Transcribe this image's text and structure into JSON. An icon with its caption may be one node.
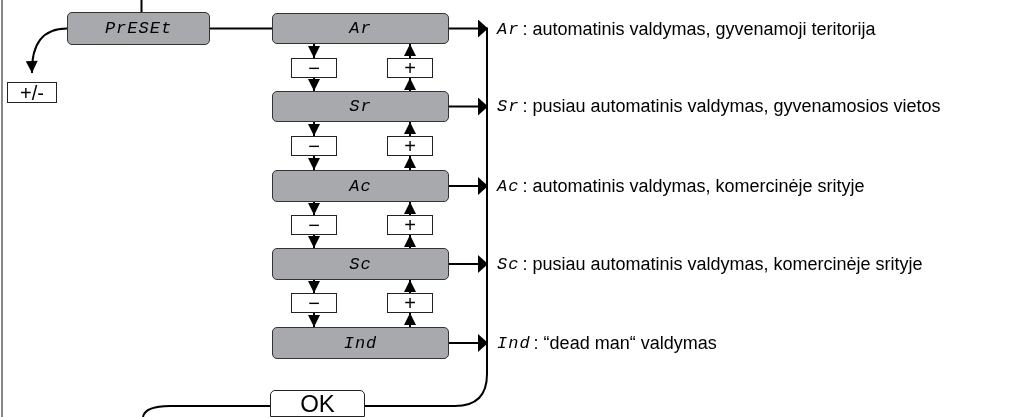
{
  "diagram": {
    "nodes": [
      {
        "text": [
          "PrESEt"
        ]
      },
      {
        "text": [
          "+/-"
        ]
      },
      {
        "text": [
          "Ar"
        ]
      },
      {
        "text": [
          "−"
        ]
      },
      {
        "text": [
          "+"
        ]
      },
      {
        "text": [
          "Sr"
        ]
      },
      {
        "text": [
          "−"
        ]
      },
      {
        "text": [
          "+"
        ]
      },
      {
        "text": [
          "Ac"
        ]
      },
      {
        "text": [
          "−"
        ]
      },
      {
        "text": [
          "+"
        ]
      },
      {
        "text": [
          "Sc"
        ]
      },
      {
        "text": [
          "−"
        ]
      },
      {
        "text": [
          "+"
        ]
      },
      {
        "text": [
          "Ind"
        ]
      },
      {
        "text": [
          "Ar",
          ": automatinis valdymas, gyvenamoji teritorija"
        ]
      },
      {
        "text": [
          "Sr",
          ": pusiau automatinis valdymas, gyvenamosios vietos"
        ]
      },
      {
        "text": [
          "Ac",
          ": automatinis valdymas, komercinėje srityje"
        ]
      },
      {
        "text": [
          "Sc",
          ": pusiau automatinis valdymas, komercinėje srityje"
        ]
      },
      {
        "text": [
          "Ind",
          ": “dead man“ valdymas"
        ]
      },
      {
        "text": [
          "OK"
        ]
      }
    ],
    "edges": [
      {
        "from": null,
        "to": 0,
        "arrow": "none"
      },
      {
        "from": 0,
        "to": 2,
        "arrow": "none"
      },
      {
        "from": 0,
        "to": 1,
        "arrow": "to"
      },
      {
        "from": 2,
        "to": 3,
        "arrow": "to"
      },
      {
        "from": 3,
        "to": 5,
        "arrow": "to"
      },
      {
        "from": 5,
        "to": 4,
        "arrow": "to"
      },
      {
        "from": 4,
        "to": 2,
        "arrow": "to"
      },
      {
        "from": 5,
        "to": 6,
        "arrow": "to"
      },
      {
        "from": 6,
        "to": 8,
        "arrow": "to"
      },
      {
        "from": 8,
        "to": 7,
        "arrow": "to"
      },
      {
        "from": 7,
        "to": 5,
        "arrow": "to"
      },
      {
        "from": 8,
        "to": 9,
        "arrow": "to"
      },
      {
        "from": 9,
        "to": 11,
        "arrow": "to"
      },
      {
        "from": 11,
        "to": 10,
        "arrow": "to"
      },
      {
        "from": 10,
        "to": 8,
        "arrow": "to"
      },
      {
        "from": 11,
        "to": 12,
        "arrow": "to"
      },
      {
        "from": 12,
        "to": 14,
        "arrow": "to"
      },
      {
        "from": 14,
        "to": 13,
        "arrow": "to"
      },
      {
        "from": 13,
        "to": 11,
        "arrow": "to"
      },
      {
        "from": 2,
        "to": 15,
        "arrow": "to"
      },
      {
        "from": 5,
        "to": 16,
        "arrow": "to"
      },
      {
        "from": 8,
        "to": 17,
        "arrow": "to"
      },
      {
        "from": 11,
        "to": 18,
        "arrow": "to"
      },
      {
        "from": 14,
        "to": 19,
        "arrow": "to"
      },
      {
        "from": 20,
        "to": 15,
        "arrow": "none"
      },
      {
        "from": 20,
        "to": null,
        "arrow": "none"
      }
    ]
  }
}
